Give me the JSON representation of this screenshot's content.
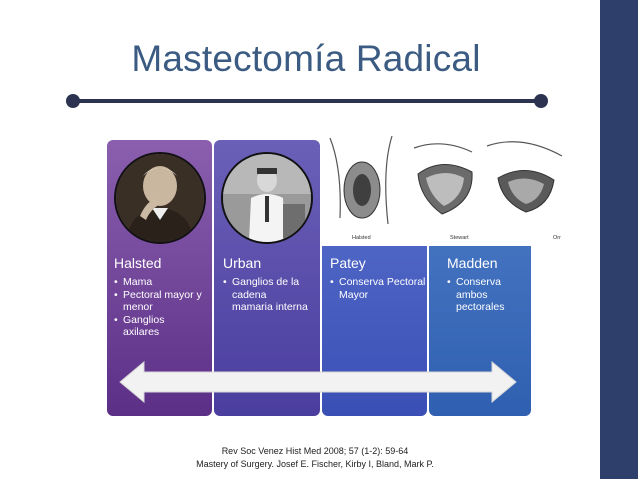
{
  "slide": {
    "title": "Mastectomía Radical",
    "accent_color": "#2e3f6b"
  },
  "columns": [
    {
      "name": "Halsted",
      "bullets": [
        "Mama",
        "Pectoral mayor y menor",
        "Ganglios axilares"
      ]
    },
    {
      "name": "Urban",
      "bullets": [
        "Ganglios de la cadena mamaria interna"
      ]
    },
    {
      "name": "Patey",
      "bullets": [
        "Conserva Pectoral Mayor"
      ]
    },
    {
      "name": "Madden",
      "bullets": [
        "Conserva ambos pectorales"
      ]
    }
  ],
  "figure_labels": [
    "Halsted",
    "Stewart",
    "Orr"
  ],
  "citation": {
    "line1": "Rev Soc Venez Hist Med 2008; 57 (1-2): 59-64",
    "line2": "Mastery of Surgery. Josef E. Fischer, Kirby I, Bland, Mark P."
  }
}
